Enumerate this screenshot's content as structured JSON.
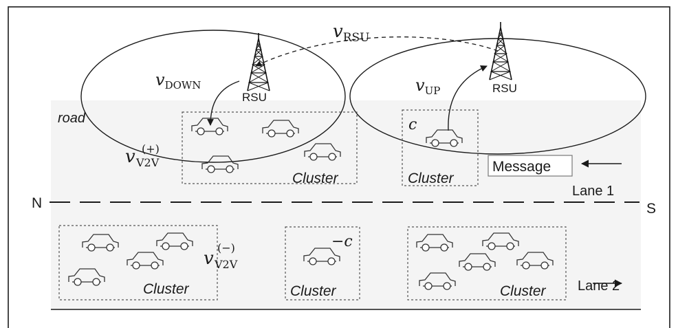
{
  "figure": {
    "road_label": "road",
    "north_label": "N",
    "south_label": "S",
    "lane1_label": "Lane 1",
    "lane2_label": "Lane 2",
    "message_label": "Message",
    "cluster_label": "Cluster",
    "rsu_label": "RSU",
    "v_rsu": {
      "base": "v",
      "sub": "RSU"
    },
    "v_down": {
      "base": "v",
      "sub": "DOWN"
    },
    "v_up": {
      "base": "v",
      "sub": "UP"
    },
    "v_v2v_plus": {
      "base": "v",
      "sub": "V2V",
      "sup": "(+)"
    },
    "v_v2v_minus": {
      "base": "v",
      "sub": "V2V",
      "sup": "(−)"
    },
    "c_label": "c",
    "minus_c_label": "−c",
    "colors": {
      "road_fill": "#f4f4f4",
      "line": "#1a1a1a",
      "dash": "#555555"
    }
  }
}
